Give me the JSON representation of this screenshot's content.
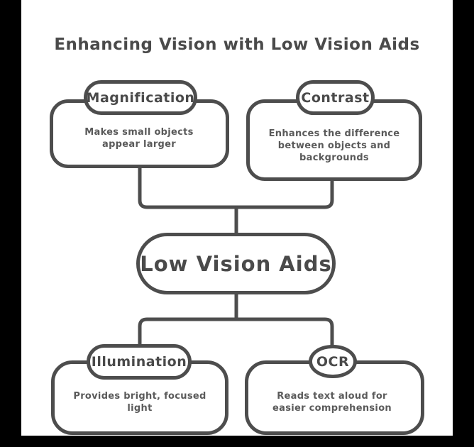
{
  "title": "Enhancing Vision with Low Vision Aids",
  "central_node": {
    "label": "Low Vision Aids"
  },
  "branches": [
    {
      "id": "magnification",
      "label": "Magnification",
      "description": "Makes small objects appear larger",
      "description_lines": [
        "Makes small objects",
        "appear larger"
      ]
    },
    {
      "id": "contrast",
      "label": "Contrast",
      "description": "Enhances the difference between objects and backgrounds",
      "description_lines": [
        "Enhances the difference",
        "between objects and",
        "backgrounds"
      ]
    },
    {
      "id": "illumination",
      "label": "Illumination",
      "description": "Provides bright, focused light",
      "description_lines": [
        "Provides bright, focused",
        "light"
      ]
    },
    {
      "id": "ocr",
      "label": "OCR",
      "description": "Reads text aloud for easier comprehension",
      "description_lines": [
        "Reads text aloud for",
        "easier comprehension"
      ]
    }
  ],
  "colors": {
    "stroke": "#4d4d4d",
    "heading_text": "#4a4a4a",
    "description_text": "#5a5a5a",
    "background": "#ffffff",
    "frame": "#000000"
  }
}
